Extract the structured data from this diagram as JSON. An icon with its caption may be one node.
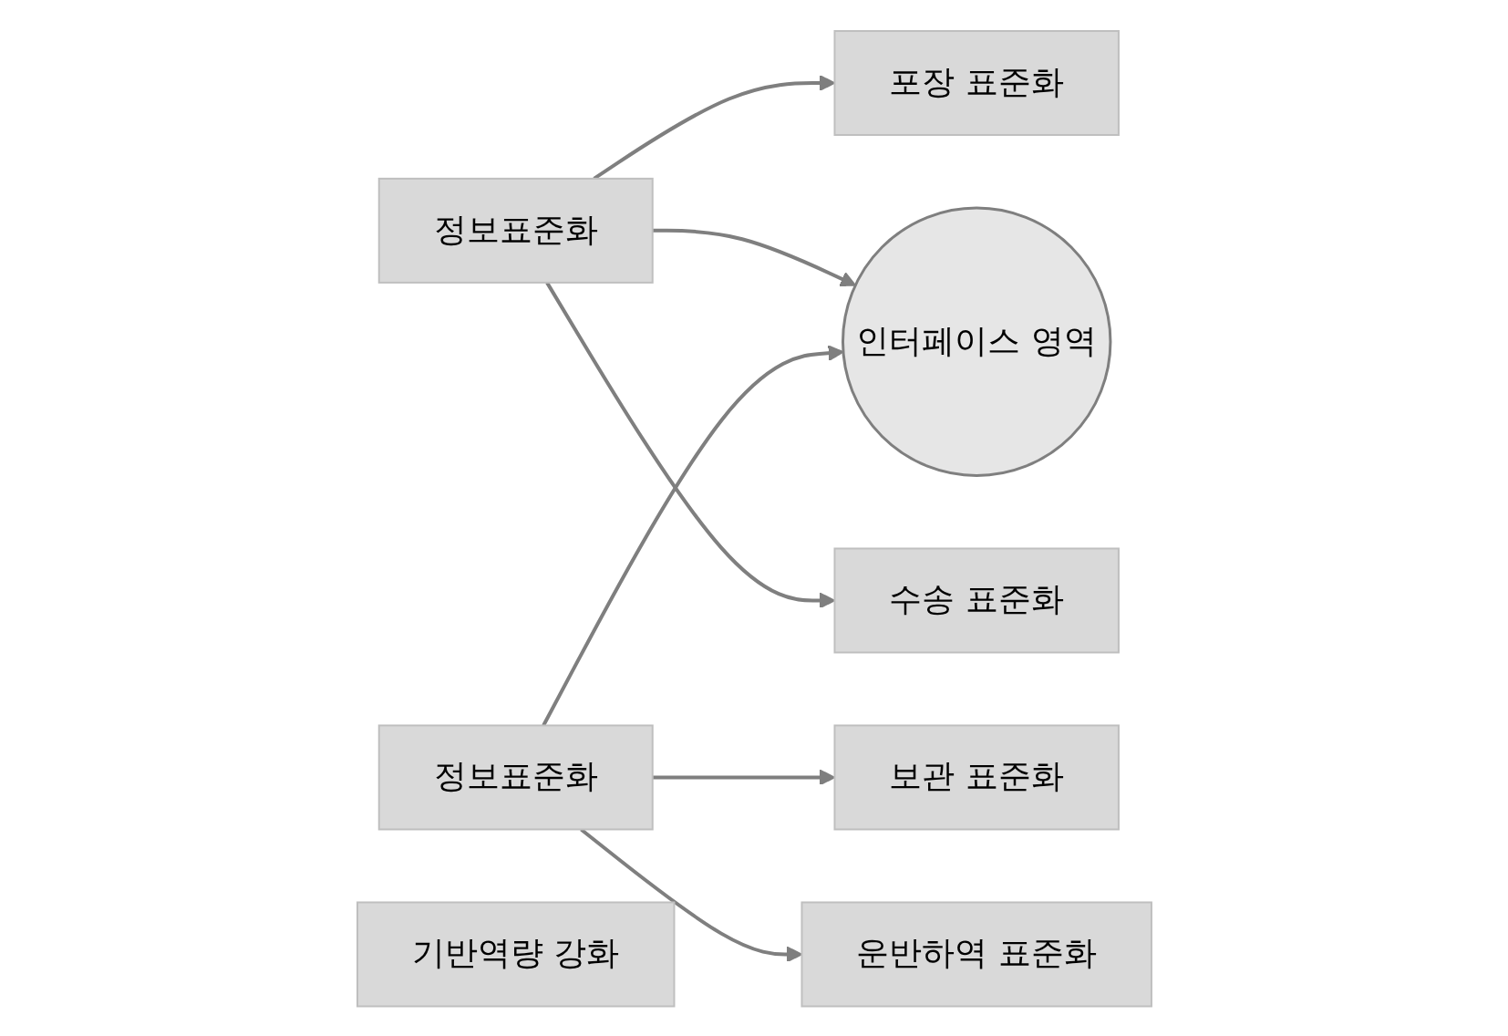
{
  "diagram": {
    "nodes": [
      {
        "text": [
          "정보표준화"
        ]
      },
      {
        "text": [
          "포장 표준화"
        ]
      },
      {
        "text": [
          "보관 표준화"
        ]
      },
      {
        "text": [
          "인터페이스 영역"
        ]
      },
      {
        "text": [
          "수송 표준화"
        ]
      },
      {
        "text": [
          "운반하역 표준화"
        ]
      },
      {
        "text": [
          "정보표준화"
        ]
      },
      {
        "text": [
          "기반역량 강화"
        ]
      }
    ],
    "edges": [
      {
        "from": 0,
        "to": 1,
        "arrow": "to"
      },
      {
        "from": 0,
        "to": 3,
        "arrow": "to"
      },
      {
        "from": 0,
        "to": 4,
        "arrow": "to"
      },
      {
        "from": 6,
        "to": 2,
        "arrow": "to"
      },
      {
        "from": 6,
        "to": 3,
        "arrow": "to"
      },
      {
        "from": 6,
        "to": 5,
        "arrow": "to"
      }
    ]
  }
}
